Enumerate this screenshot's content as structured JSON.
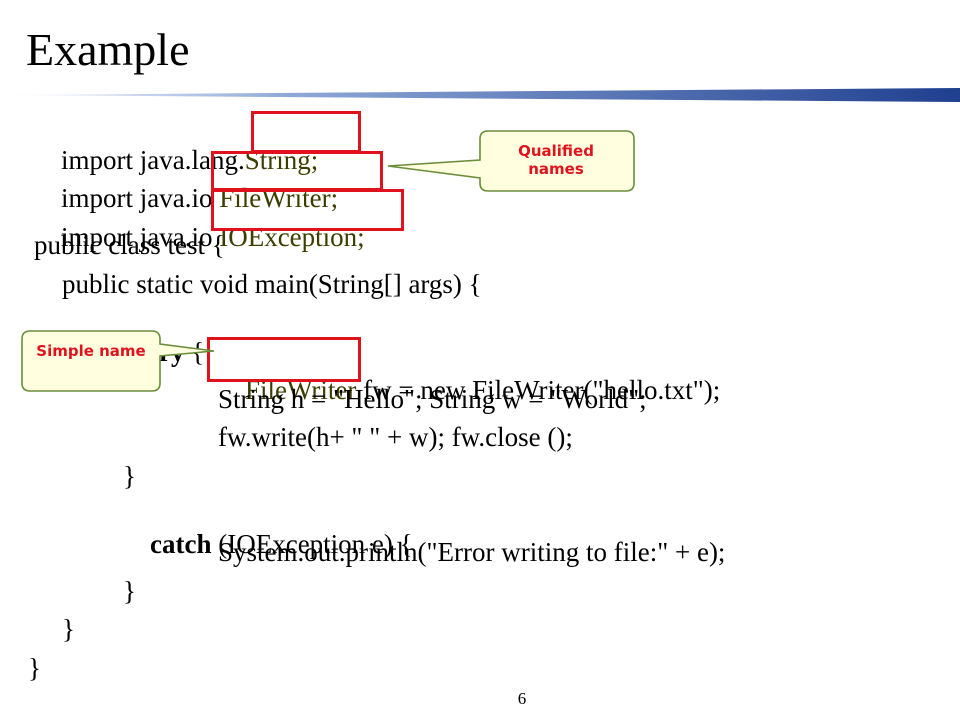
{
  "slide": {
    "title": "Example",
    "page_number": "6"
  },
  "code": {
    "line1": "import java.lang.",
    "line1_hl": "String;",
    "line2": "import java.io",
    "line2_hl": "FileWriter;",
    "line3": "import java.io",
    "line3_hl": "IOException;",
    "line4": "public class test {",
    "line5": "public static void main(String[] args) {",
    "line6_kw": "try",
    "line6_rest": " {",
    "line7_hl": "FileWriter",
    "line7_rest": " fw = new FileWriter(\"hello.txt\");",
    "line8": "String h = \"Hello\"; String w = \"World\";",
    "line9": "fw.write(h+ \" \" + w); fw.close ();",
    "line10": "}",
    "line11_kw": "catch",
    "line11_rest": " (IOException e) {",
    "line12": "System.out.println(\"Error writing to file:\" + e);",
    "line13": "}",
    "line14": "}",
    "line15": "}"
  },
  "callouts": {
    "qualified": "Qualified names",
    "simple": "Simple name"
  },
  "colors": {
    "highlight_box": "#e0121e",
    "callout_fill": "#ffffe0",
    "callout_border": "#6b8e3a",
    "rule_blue": "#1f3f8f"
  }
}
